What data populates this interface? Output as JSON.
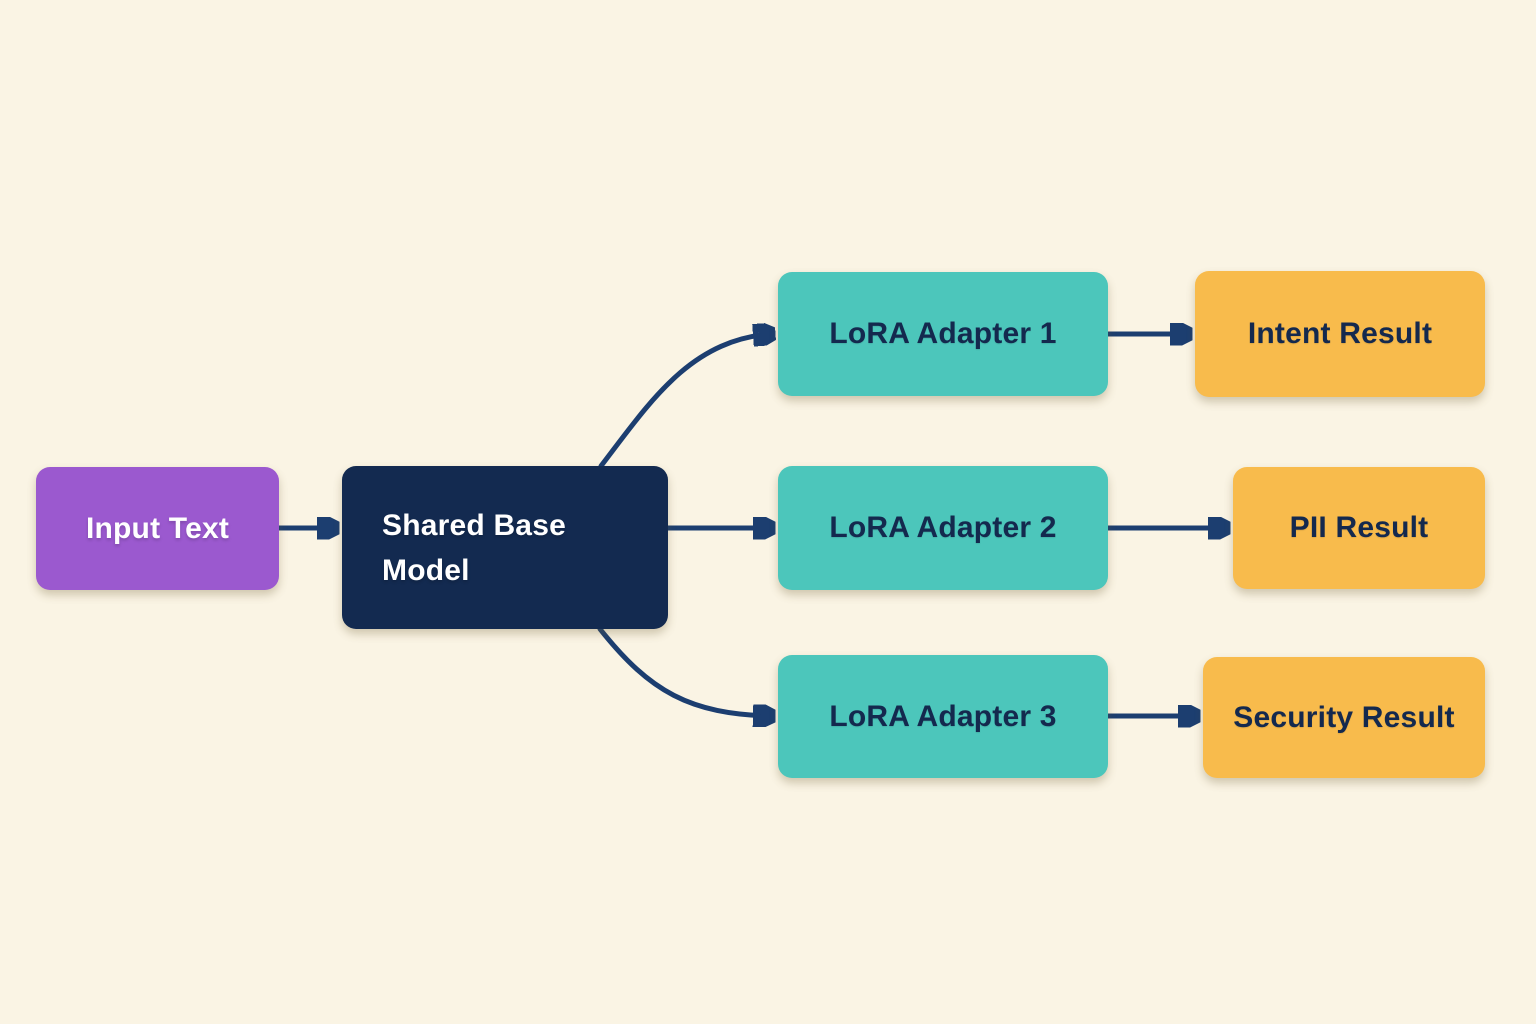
{
  "diagram": {
    "background_color": "#faf4e4",
    "arrow_color": "#1c3e70",
    "nodes": {
      "input_text": {
        "label": "Input Text",
        "color": "#9b59cf",
        "text_color": "#ffffff"
      },
      "shared_base_model": {
        "label": "Shared Base Model",
        "color": "#132a50",
        "text_color": "#ffffff"
      },
      "lora_adapter_1": {
        "label": "LoRA Adapter 1",
        "color": "#4cc6bb",
        "text_color": "#14294e"
      },
      "lora_adapter_2": {
        "label": "LoRA Adapter 2",
        "color": "#4cc6bb",
        "text_color": "#14294e"
      },
      "lora_adapter_3": {
        "label": "LoRA Adapter 3",
        "color": "#4cc6bb",
        "text_color": "#14294e"
      },
      "intent_result": {
        "label": "Intent Result",
        "color": "#f8bb4c",
        "text_color": "#14294e"
      },
      "pii_result": {
        "label": "PII Result",
        "color": "#f8bb4c",
        "text_color": "#14294e"
      },
      "security_result": {
        "label": "Security Result",
        "color": "#f8bb4c",
        "text_color": "#14294e"
      }
    },
    "edges": [
      {
        "from": "input_text",
        "to": "shared_base_model"
      },
      {
        "from": "shared_base_model",
        "to": "lora_adapter_1"
      },
      {
        "from": "shared_base_model",
        "to": "lora_adapter_2"
      },
      {
        "from": "shared_base_model",
        "to": "lora_adapter_3"
      },
      {
        "from": "lora_adapter_1",
        "to": "intent_result"
      },
      {
        "from": "lora_adapter_2",
        "to": "pii_result"
      },
      {
        "from": "lora_adapter_3",
        "to": "security_result"
      }
    ]
  }
}
